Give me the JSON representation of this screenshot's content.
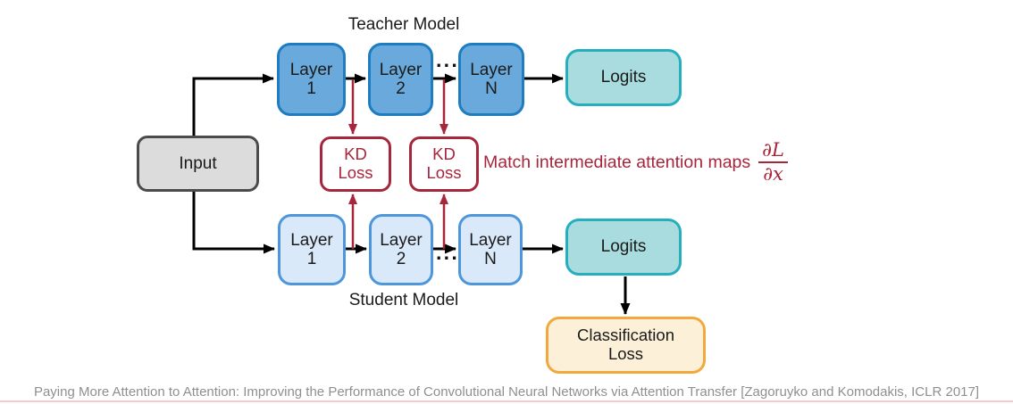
{
  "diagram": {
    "input_label": "Input",
    "teacher": {
      "title": "Teacher Model",
      "layers": [
        "Layer\n1",
        "Layer\n2",
        "Layer\nN"
      ],
      "dots": "···",
      "logits_label": "Logits"
    },
    "student": {
      "title": "Student Model",
      "layers": [
        "Layer\n1",
        "Layer\n2",
        "Layer\nN"
      ],
      "dots": "···",
      "logits_label": "Logits"
    },
    "kd_loss_1": "KD\nLoss",
    "kd_loss_2": "KD\nLoss",
    "classification_loss": "Classification\nLoss",
    "annotation": {
      "text": "Match intermediate attention maps",
      "fraction_numerator": "∂L",
      "fraction_denominator": "∂x"
    },
    "colors": {
      "teacher_fill": "#69a9db",
      "teacher_border": "#1e7cc0",
      "student_fill": "#d9e9f9",
      "student_border": "#4e96db",
      "logits_fill": "#a9dcdf",
      "logits_border": "#25afbe",
      "kd_red": "#a6263b",
      "input_fill": "#dcdcdc",
      "input_border": "#4b4b4b",
      "classification_fill": "#fdf0d9",
      "classification_border": "#f2a93c",
      "arrow_black": "#000000",
      "bottom_rule_pink": "#f5cbcb"
    }
  },
  "caption": "Paying More Attention to Attention: Improving the Performance of Convolutional Neural Networks via Attention Transfer [Zagoruyko and Komodakis, ICLR 2017]"
}
